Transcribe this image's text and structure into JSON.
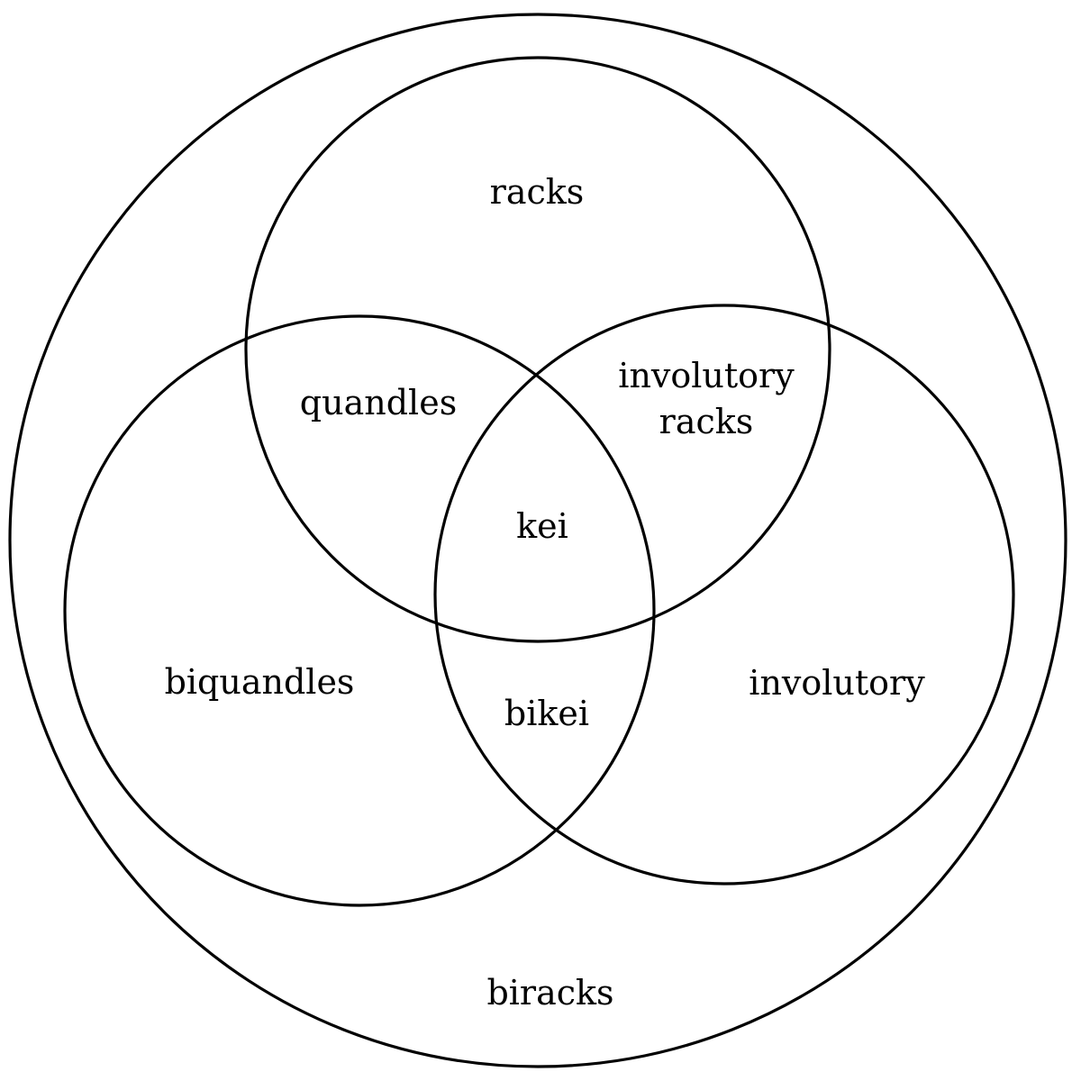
{
  "diagram": {
    "labels": {
      "biracks": "biracks",
      "racks": "racks",
      "quandles": "quandles",
      "involutory_racks_line1": "involutory",
      "involutory_racks_line2": "racks",
      "kei": "kei",
      "biquandles": "biquandles",
      "bikei": "bikei",
      "involutory": "involutory"
    }
  }
}
